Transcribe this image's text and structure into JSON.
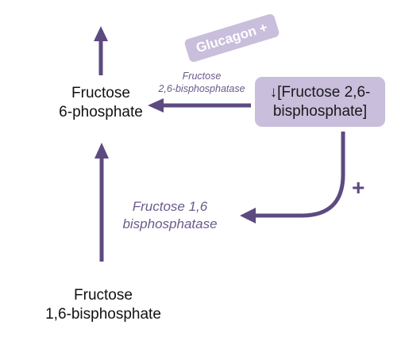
{
  "metabolites": {
    "f6p_line1": "Fructose",
    "f6p_line2": "6-phosphate",
    "f16bp_line1": "Fructose",
    "f16bp_line2": "1,6-bisphosphate"
  },
  "enzymes": {
    "f26bpase_line1": "Fructose",
    "f26bpase_line2": "2,6-bisphosphatase",
    "f16bpase_line1": "Fructose 1,6",
    "f16bpase_line2": "bisphosphatase"
  },
  "regulator": {
    "line1": "↓[Fructose 2,6-",
    "line2": "bisphosphate]"
  },
  "glucagon": "Glucagon +",
  "activation_sign": "+",
  "colors": {
    "arrow": "#5c4a80",
    "box": "#c9bedc",
    "enzyme_text": "#6a5a8c"
  }
}
